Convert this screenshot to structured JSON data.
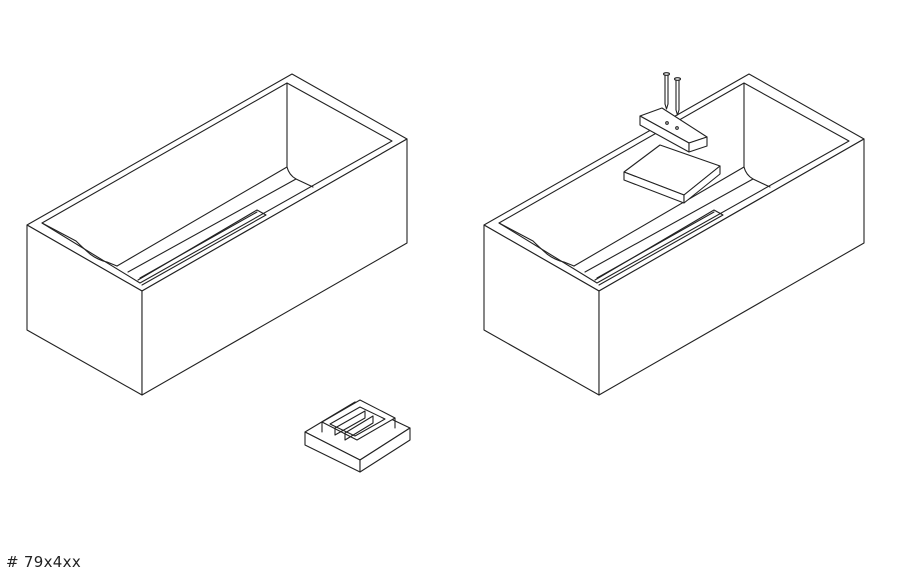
{
  "caption": "# 79x4xx",
  "figures": [
    {
      "name": "bathtub",
      "icon": "bathtub-outline"
    },
    {
      "name": "bathtub-with-mounting-parts",
      "icon": "bathtub-outline"
    },
    {
      "name": "mounting-bracket-kit",
      "icon": "bracket-with-screws"
    }
  ],
  "colors": {
    "line": "#222222",
    "background": "#ffffff"
  }
}
